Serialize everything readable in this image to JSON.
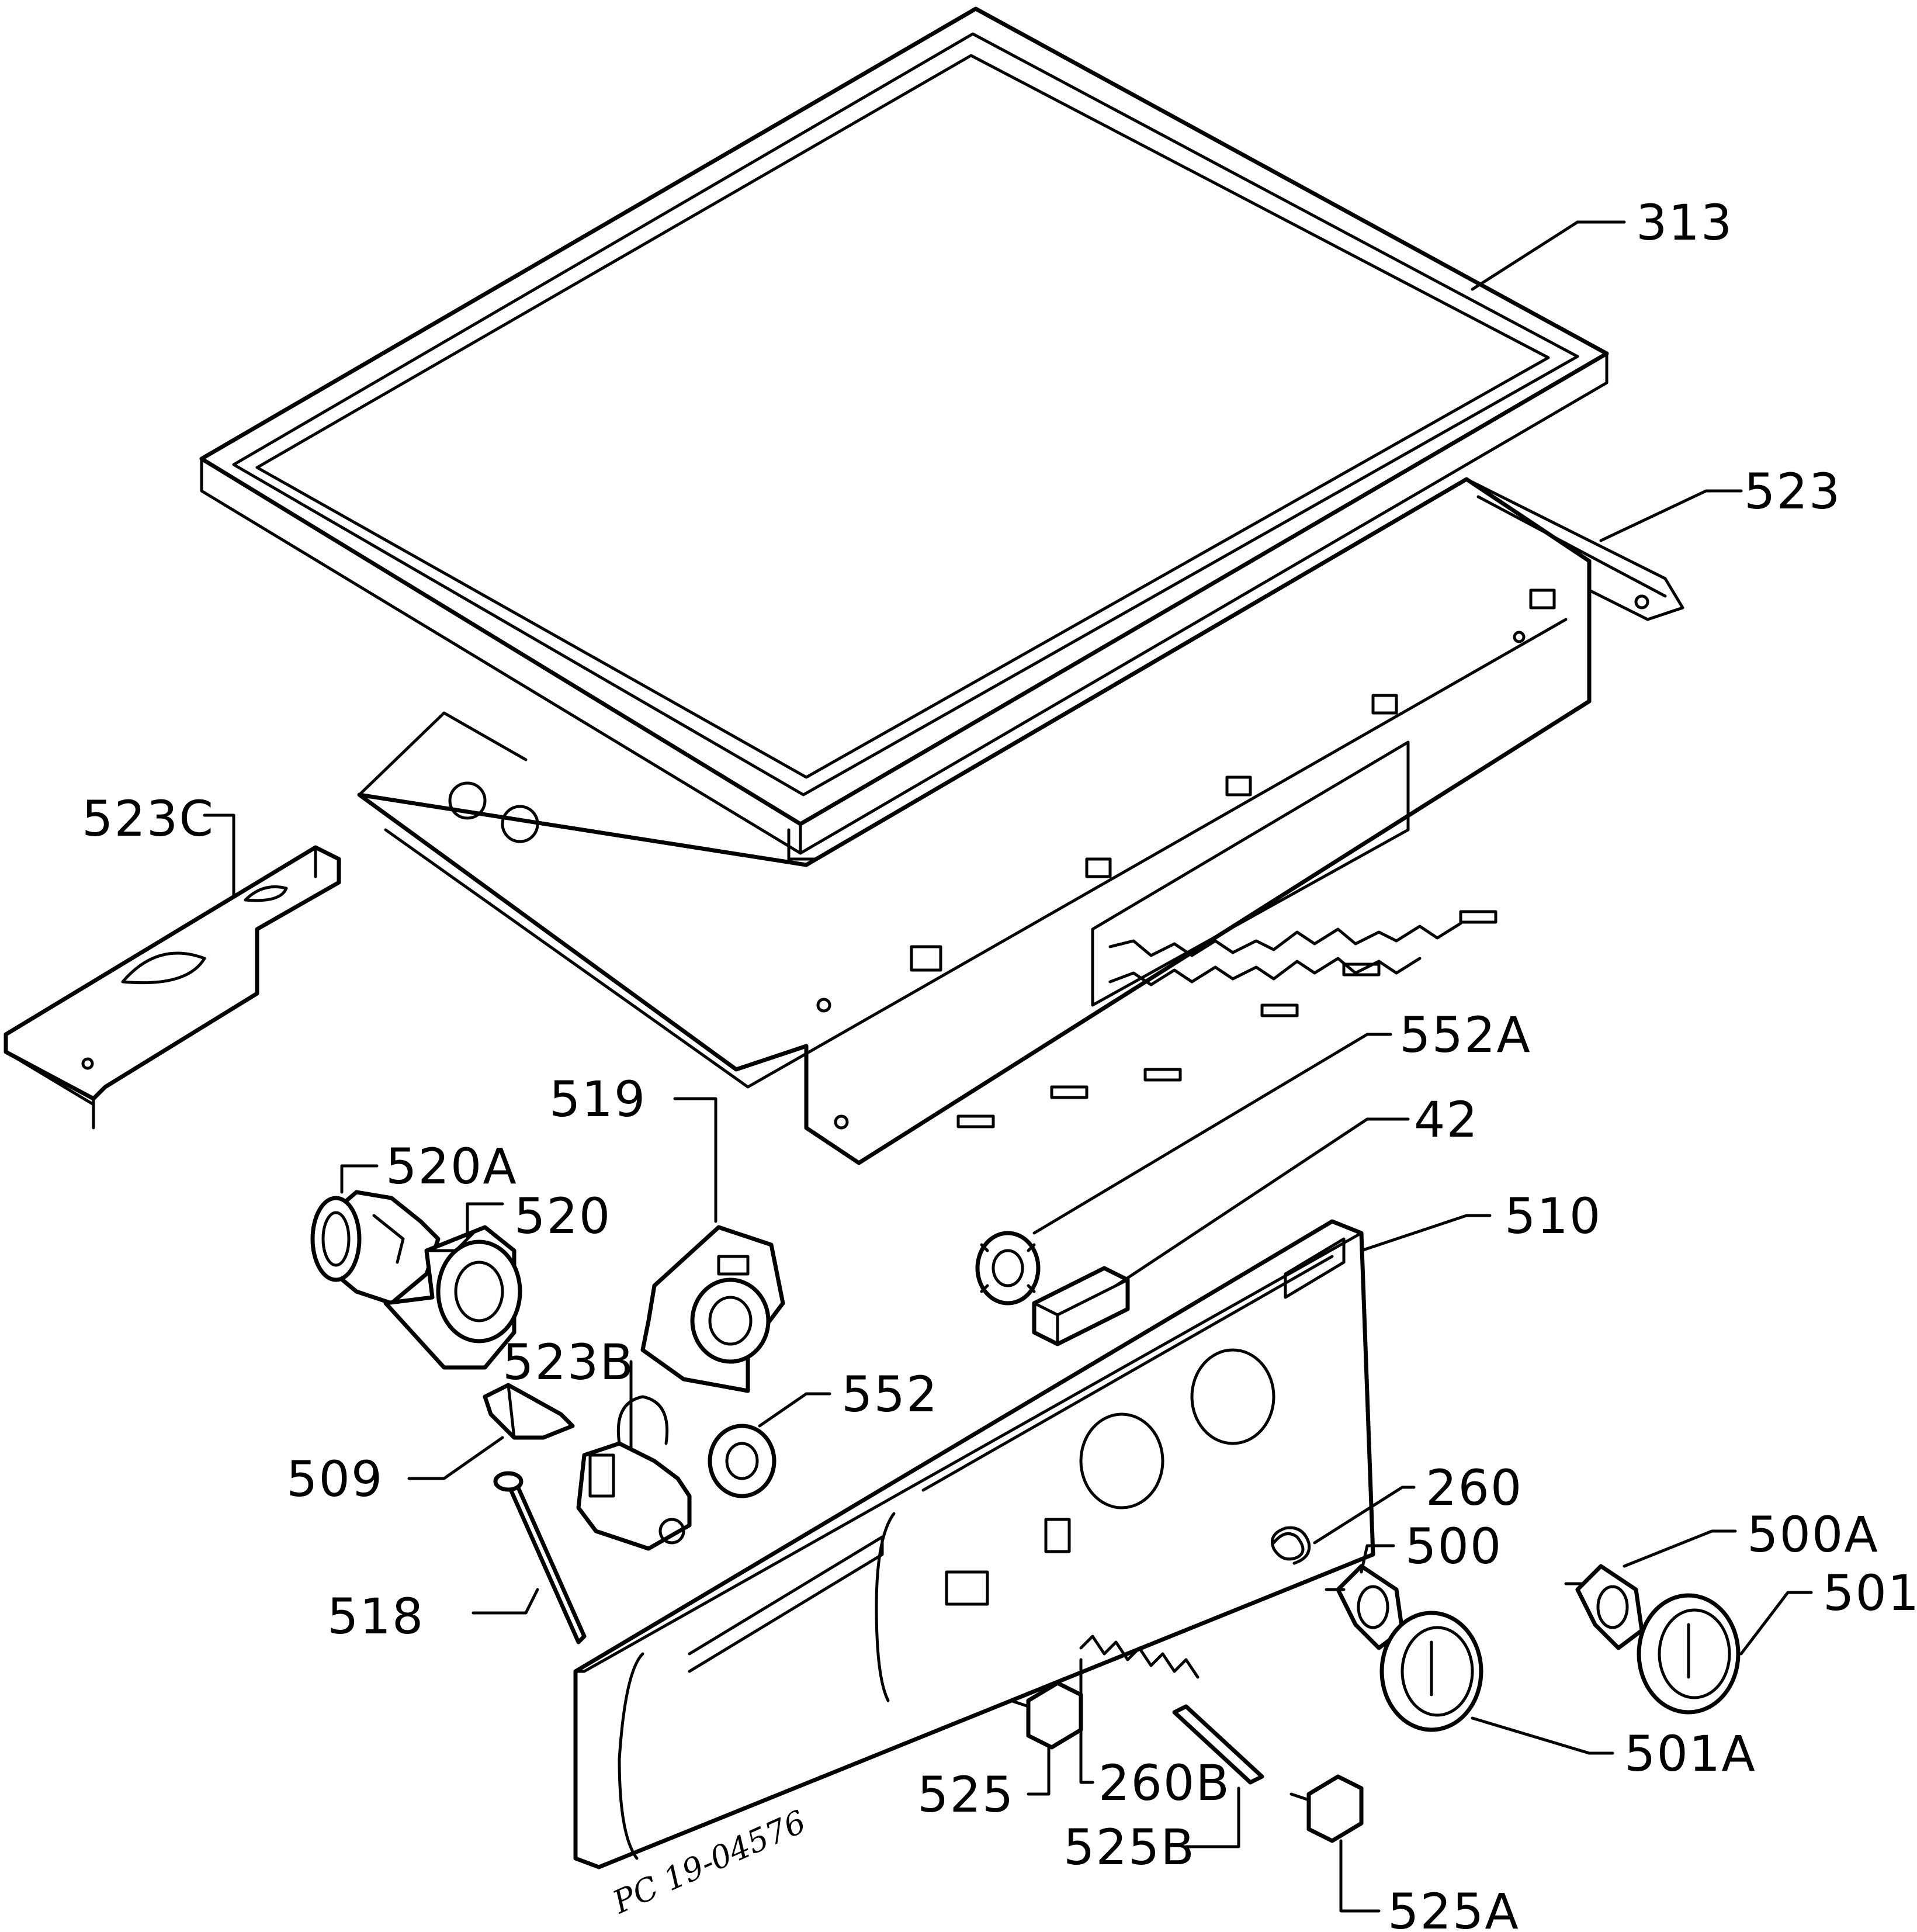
{
  "colors": {
    "ink": "#000000",
    "paper": "#ffffff"
  },
  "labels": {
    "l313": "313",
    "l523": "523",
    "l523C": "523C",
    "l552A": "552A",
    "l519": "519",
    "l42": "42",
    "l520A": "520A",
    "l520": "520",
    "l510": "510",
    "l523B": "523B",
    "l552": "552",
    "l509": "509",
    "l260": "260",
    "l500": "500",
    "l500A": "500A",
    "l501": "501",
    "l518": "518",
    "l501A": "501A",
    "l525": "525",
    "l260B": "260B",
    "l525B": "525B",
    "l525A": "525A"
  },
  "drawing_code": "PC 19-04576"
}
